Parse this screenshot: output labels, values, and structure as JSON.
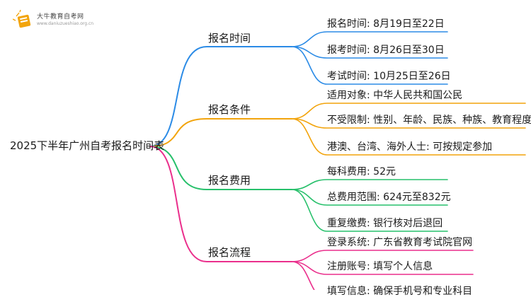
{
  "brand": {
    "name": "大牛教育自考网",
    "url": "www.daniuzueshiao.org.cn"
  },
  "colors": {
    "blue": "#2b8be6",
    "orange": "#f2a40c",
    "green": "#27c06b",
    "pink": "#ea2f8c"
  },
  "root": "2025下半年广州自考报名时间表",
  "branches": [
    {
      "label": "报名时间",
      "color_key": "blue",
      "leaves": [
        "报名时间: 8月19日至22日",
        "报考时间: 8月26日至30日",
        "考试时间: 10月25日至26日"
      ]
    },
    {
      "label": "报名条件",
      "color_key": "orange",
      "leaves": [
        "适用对象: 中华人民共和国公民",
        "不受限制: 性别、年龄、民族、种族、教育程度",
        "港澳、台湾、海外人士: 可按规定参加"
      ]
    },
    {
      "label": "报名费用",
      "color_key": "green",
      "leaves": [
        "每科费用: 52元",
        "总费用范围: 624元至832元",
        "重复缴费: 银行核对后退回"
      ]
    },
    {
      "label": "报名流程",
      "color_key": "pink",
      "leaves": [
        "登录系统: 广东省教育考试院官网",
        "注册账号: 填写个人信息",
        "填写信息: 确保手机号和专业科目"
      ]
    }
  ]
}
